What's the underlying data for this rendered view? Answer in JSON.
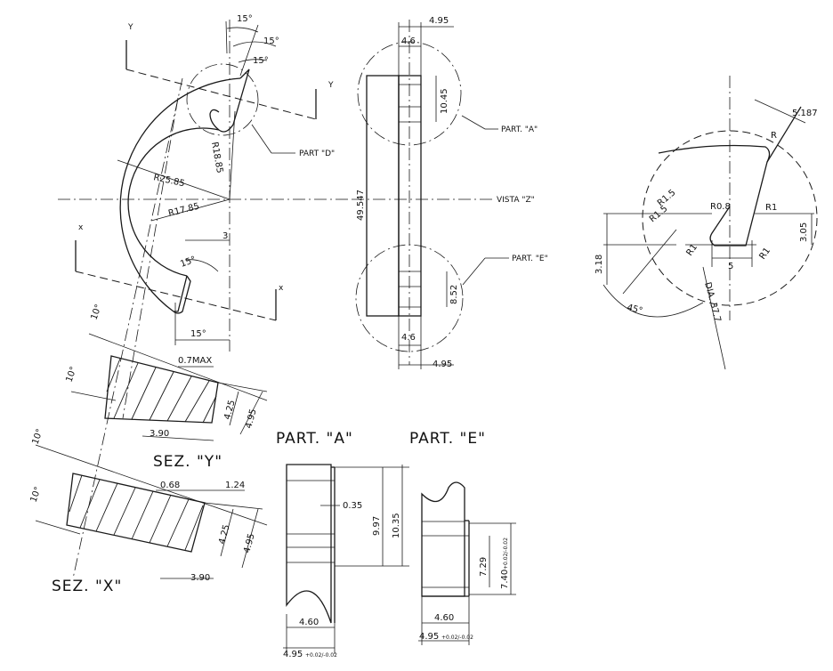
{
  "views": {
    "sez_y": "SEZ. \"Y\"",
    "sez_x": "SEZ. \"X\"",
    "part_a": "PART. \"A\"",
    "part_e": "PART. \"E\""
  },
  "callouts": {
    "part_d": "PART \"D\"",
    "part_a": "PART. \"A\"",
    "part_e": "PART. \"E\"",
    "vista_z": "VISTA \"Z\"",
    "y_top_left": "Y",
    "y_top_right": "Y",
    "x_left": "x",
    "x_right": "x"
  },
  "dims": {
    "angle_15_a": "15°",
    "angle_15_b": "15°",
    "angle_15_c": "15°",
    "angle_15_d": "15°",
    "angle_15_e": "15°",
    "r1885": "R18.85",
    "r2585": "R25.85",
    "r1785": "R17.85",
    "d3": "3",
    "w495_top": "4.95",
    "w46_top": "4.6",
    "h1045": "10.45",
    "h49547": "49.547",
    "h852": "8.52",
    "w46_bot": "4.6",
    "w495_bot": "4.95",
    "d5187": "5.187",
    "r_top": "R",
    "r15_a": "R1.5",
    "r15_b": "R1.5",
    "r08": "R0.8",
    "r1_a": "R1",
    "r1_b": "R1",
    "r1_c": "R1",
    "h305": "3.05",
    "h318": "3.18",
    "w5": "5",
    "a45": "45°",
    "dia": "DIA. 37.7",
    "y10_a": "10°",
    "y10_b": "10°",
    "y07max": "0.7MAX",
    "y425": "4.25",
    "y495": "4.95",
    "y390": "3.90",
    "x10_a": "10°",
    "x10_b": "10°",
    "x068": "0.68",
    "x124": "1.24",
    "x425": "4.25",
    "x495": "4.95",
    "x390": "3.90",
    "pa035": "0.35",
    "pa997": "9.97",
    "pa1035": "10.35",
    "pa460": "4.60",
    "pa495": "4.95",
    "pa_tol": "+0.02/-0.02",
    "pe729": "7.29",
    "pe740": "7.40",
    "pe740_tol": "+0.02/-0.02",
    "pe460": "4.60",
    "pe495": "4.95",
    "pe_tol": "+0.02/-0.02"
  }
}
